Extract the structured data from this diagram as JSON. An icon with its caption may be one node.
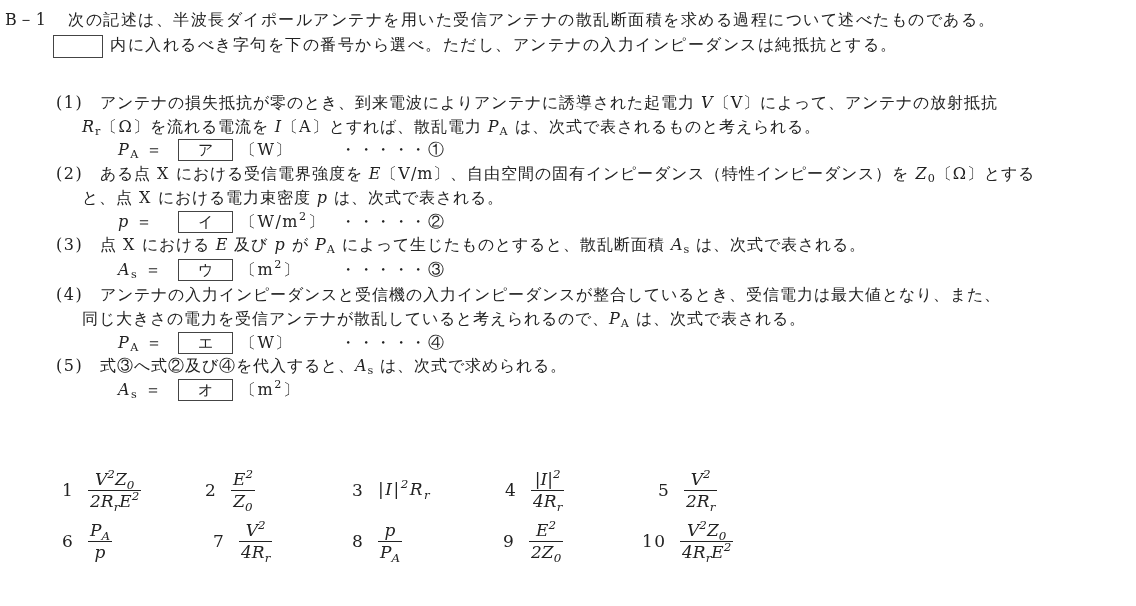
{
  "diagram": {
    "nodes": [
      {
        "text": [],
        "shape": "box"
      },
      {
        "text": [
          "ア"
        ]
      },
      {
        "text": [
          "イ"
        ]
      },
      {
        "text": [
          "ウ"
        ]
      },
      {
        "text": [
          "エ"
        ]
      },
      {
        "text": [
          "オ"
        ]
      }
    ],
    "labels": [
      "B－1",
      "次の記述は、半波長ダイポールアンテナを用いた受信アンテナの散乱断面積を求める過程について述べたものである。",
      "内に入れるべき字句を下の番号から選べ。ただし、アンテナの入力インピーダンスは純抵抗とする。",
      "(1)",
      "アンテナの損失抵抗が零のとき、到来電波によりアンテナに誘導された起電力 *V*〔V〕によって、アンテナの放射抵抗 *R*$_{r}$〔Ω〕を流れる電流を *I*〔A〕とすれば、散乱電力 *P*$_{A}$ は、次式で表されるものと考えられる。",
      "*P*$_{A}$ ＝",
      "〔W〕",
      "・・・・・①",
      "(2)",
      "ある点 X における受信電界強度を *E*〔V/m〕、自由空間の固有インピーダンス（特性インピーダンス）を *Z*$_{0}$〔Ω〕とすると、点 X における電力束密度 *p* は、次式で表される。",
      "*p* ＝",
      "〔W/m$^{2}$〕",
      "・・・・・②",
      "(3)",
      "点 X における *E* 及び *p* が *P*$_{A}$ によって生じたものとすると、散乱断面積 *A*$_{s}$ は、次式で表される。",
      "*A*$_{s}$ ＝",
      "〔m$^{2}$〕",
      "・・・・・③",
      "(4)",
      "アンテナの入力インピーダンスと受信機の入力インピーダンスが整合しているとき、受信電力は最大値となり、また、同じ大きさの電力を受信アンテナが散乱していると考えられるので、*P*$_{A}$ は、次式で表される。",
      "*P*$_{A}$ ＝",
      "〔W〕",
      "・・・・・④",
      "(5)",
      "式③へ式②及び④を代入すると、*A*$_{s}$ は、次式で求められる。",
      "*A*$_{s}$ ＝",
      "〔m$^{2}$〕",
      "1",
      "V$^{2}$Z$_{0}$",
      "2R$_{r}$E$^{2}$",
      "2",
      "E$^{2}$",
      "Z$_{0}$",
      "3",
      "|I|$^{2}$R$_{r}$",
      "4",
      "|I|$^{2}$",
      "4R$_{r}$",
      "5",
      "V$^{2}$",
      "2R$_{r}$",
      "6",
      "P$_{A}$",
      "p",
      "7",
      "V$^{2}$",
      "4R$_{r}$",
      "8",
      "p",
      "P$_{A}$",
      "9",
      "E$^{2}$",
      "2Z$_{0}$",
      "10",
      "V$^{2}$Z$_{0}$",
      "4R$_{r}$E$^{2}$"
    ]
  }
}
